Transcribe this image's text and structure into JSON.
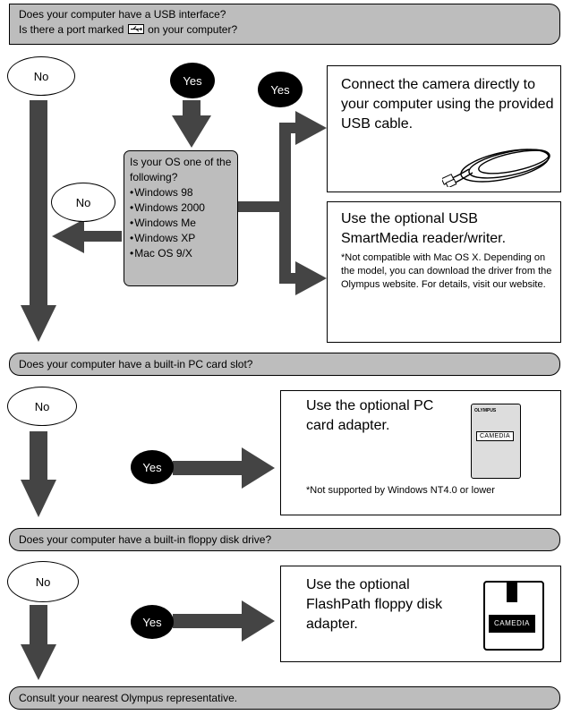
{
  "q1": {
    "line1": "Does your computer have a USB interface?",
    "line2_pre": "Is there a port marked",
    "line2_post": "on your computer?",
    "port_icon": "usb-port-icon"
  },
  "no_label": "No",
  "yes_label": "Yes",
  "os_box": {
    "title": "Is your OS one of the following?",
    "items": [
      "Windows 98",
      "Windows 2000",
      "Windows Me",
      "Windows XP",
      "Mac OS 9/X"
    ]
  },
  "usb_direct": {
    "text": "Connect the camera directly to your computer using the provided USB cable.",
    "icon": "usb-cable-icon"
  },
  "usb_reader": {
    "text": "Use the optional USB SmartMedia reader/writer.",
    "note": "*Not compatible with Mac OS X. Depending on the model, you can download the driver from the Olympus website. For details, visit our website."
  },
  "q2": {
    "text": "Does your computer have a built-in PC card slot?"
  },
  "pc_card": {
    "text": "Use the optional PC card adapter.",
    "note": "*Not supported by Windows NT4.0 or lower",
    "brand": "OLYMPUS",
    "label": "CAMEDIA"
  },
  "q3": {
    "text": "Does your computer have a built-in floppy disk drive?"
  },
  "flashpath": {
    "text": "Use the optional FlashPath floppy disk adapter.",
    "label": "CAMEDIA"
  },
  "q4": {
    "text": "Consult your nearest Olympus representative."
  },
  "colors": {
    "banner": "#bdbdbd",
    "arrow": "#444444",
    "dot": "#000000"
  }
}
